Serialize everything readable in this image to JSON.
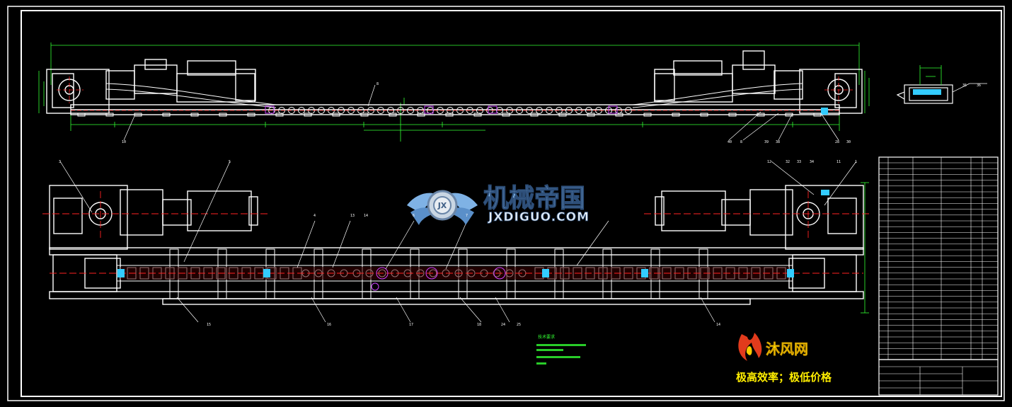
{
  "colors": {
    "background": "#000000",
    "frame": "#ffffff",
    "dimension": "#33ff33",
    "centerline": "#ff2222",
    "accent_cyan": "#33ccff",
    "accent_magenta": "#cc44ff",
    "watermark_blue": "#7fb2e5",
    "promo_yellow": "#ffee00"
  },
  "watermark": {
    "cn": "机械帝国",
    "en": "JXDIGUO.COM",
    "emblem_letters": "JX"
  },
  "promo": {
    "brand": "沐风网",
    "slogan": "极高效率；极低价格"
  },
  "callouts": {
    "top_view": [
      "10",
      "40",
      "8",
      "39",
      "38",
      "28",
      "30",
      "8"
    ],
    "right_view": [
      "35",
      "36"
    ],
    "plan_view_top": [
      "3",
      "5",
      "4",
      "13",
      "14",
      "6",
      "7",
      "12",
      "32",
      "33",
      "34",
      "11",
      "1"
    ],
    "plan_view_bottom": [
      "15",
      "16",
      "17",
      "18",
      "24",
      "25",
      "14"
    ]
  },
  "notes": {
    "title": "技术要求"
  },
  "icons": {
    "emblem": "gear-wings-emblem-icon",
    "promo_logo": "flame-logo-icon"
  }
}
